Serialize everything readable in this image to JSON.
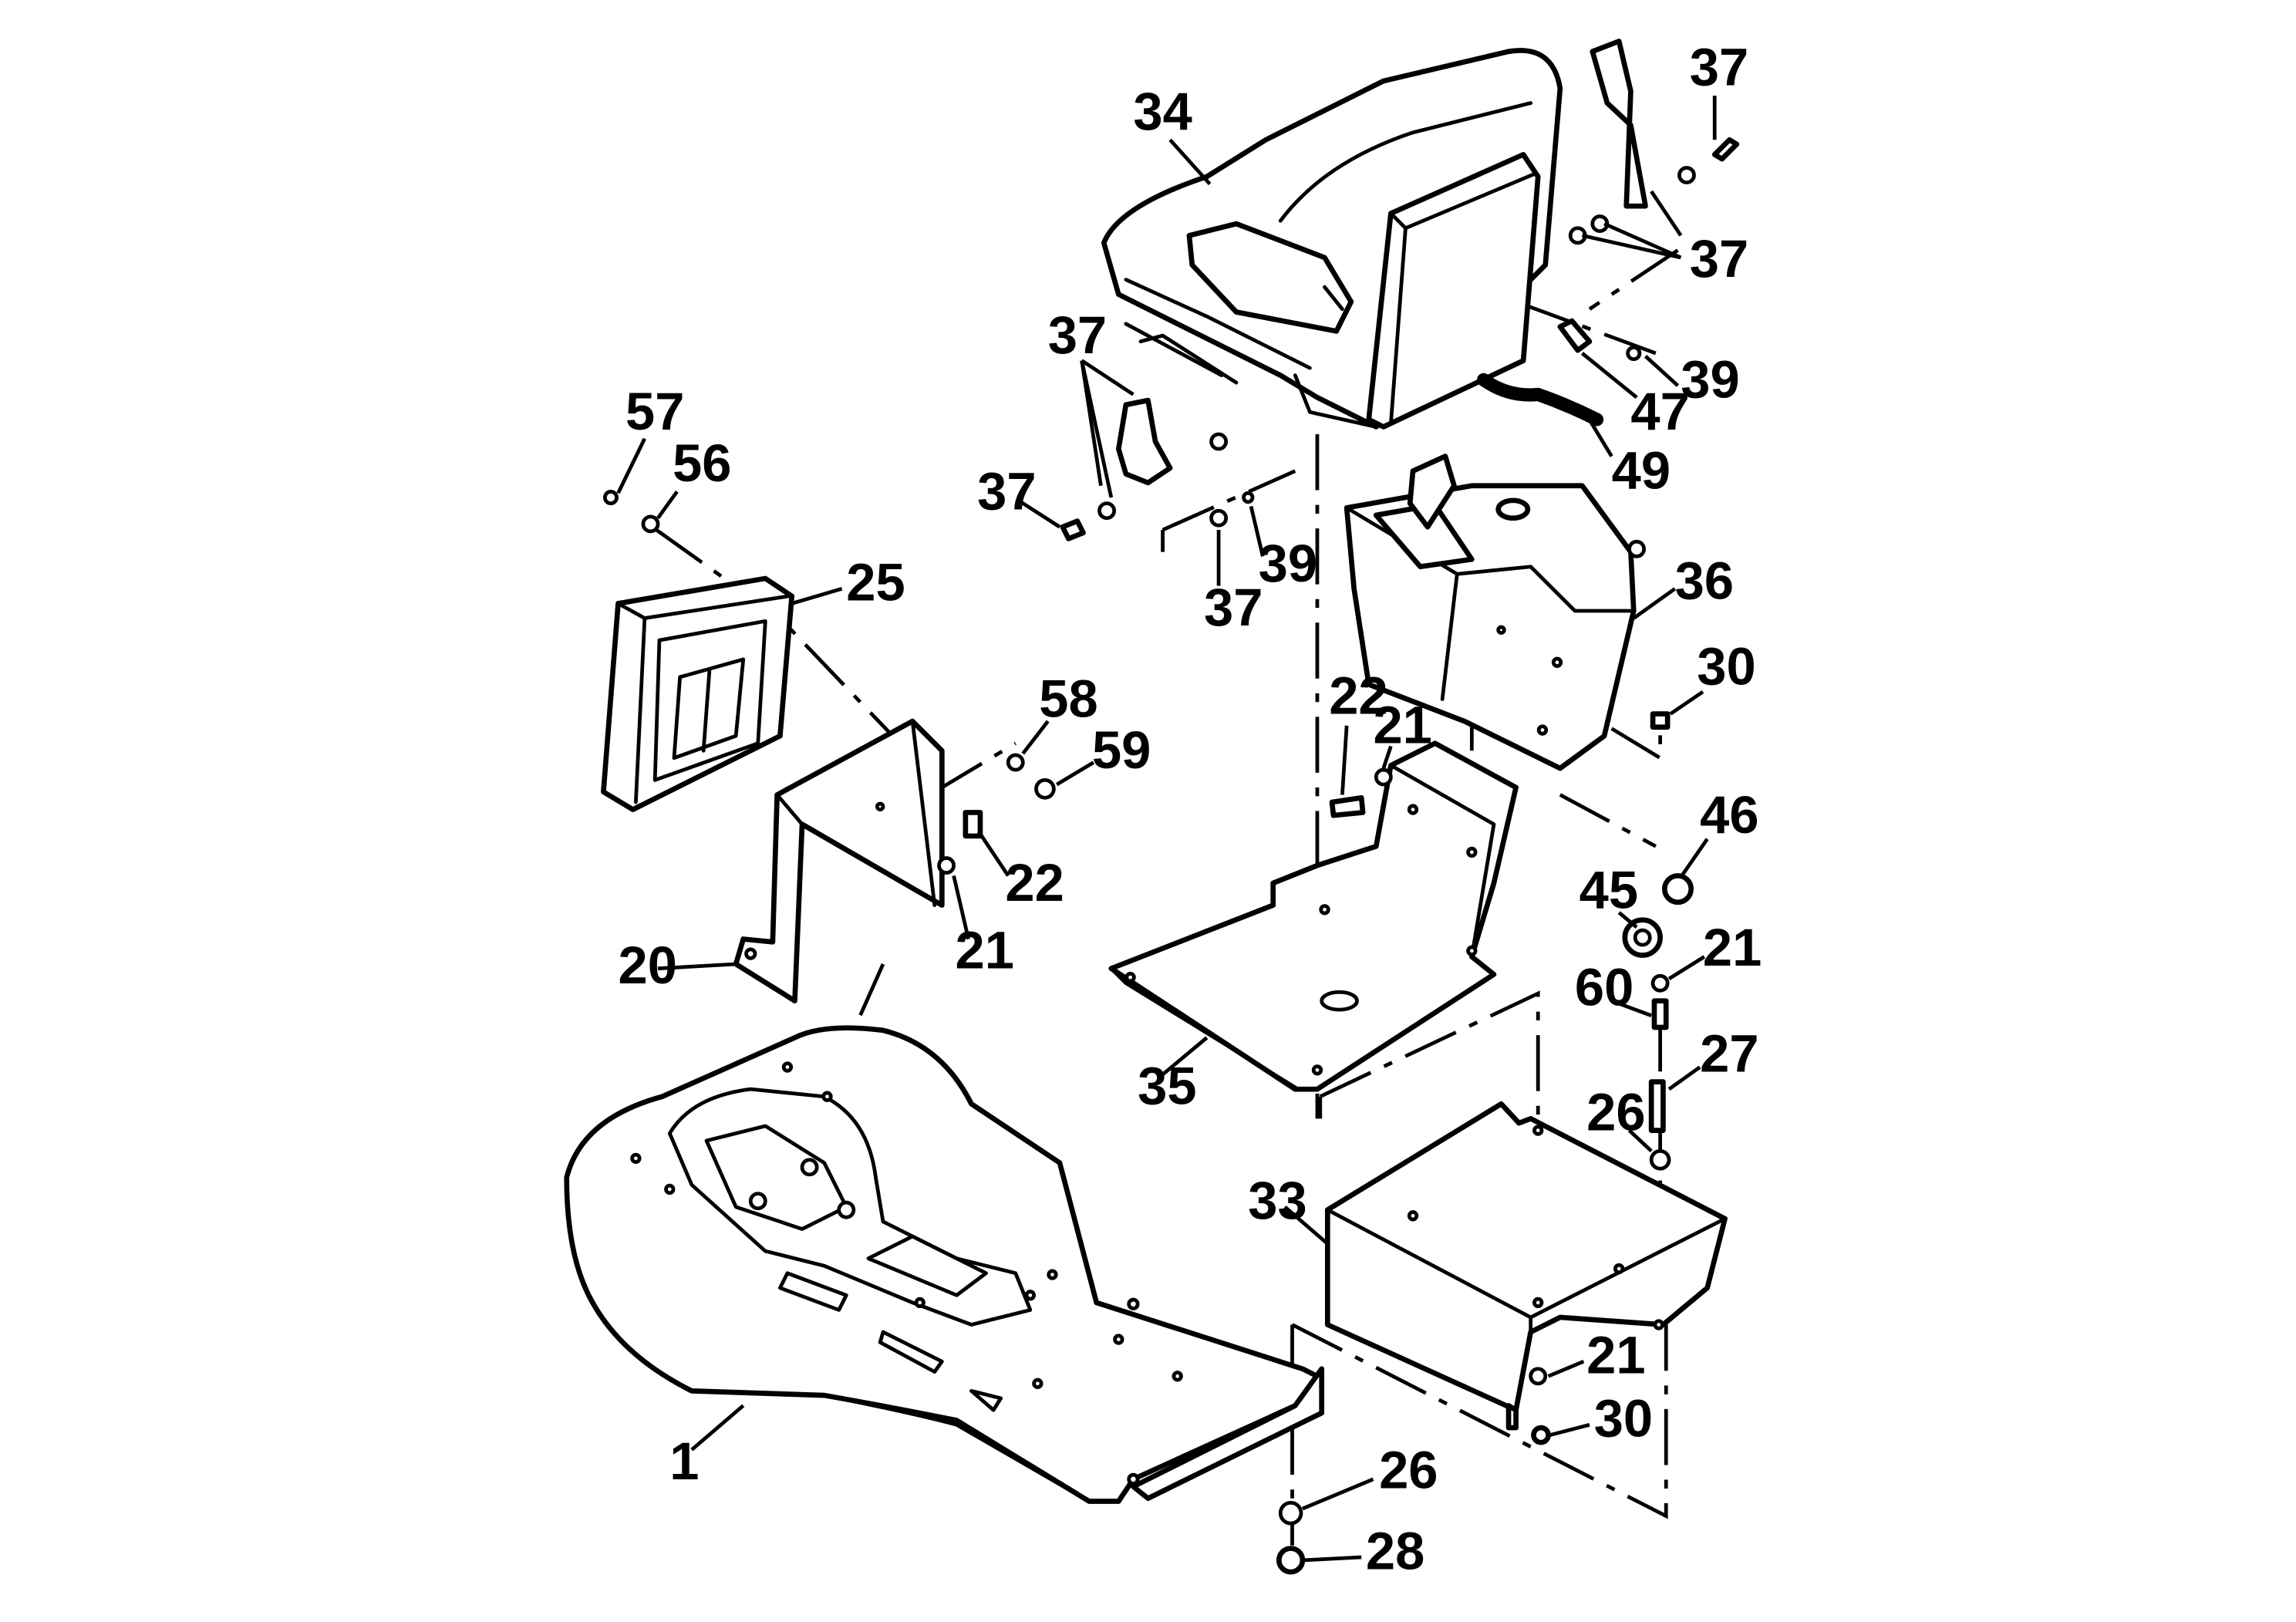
{
  "diagram": {
    "callouts": {
      "c34": "34",
      "c37_top": "37",
      "c37_right": "37",
      "c37_left": "37",
      "c37_bracket": "37",
      "c37_lower": "37",
      "c39_right": "39",
      "c39_left": "39",
      "c47": "47",
      "c49": "49",
      "c57": "57",
      "c56": "56",
      "c25": "25",
      "c36": "36",
      "c30_upper": "30",
      "c22_mid": "22",
      "c21_mid": "21",
      "c58": "58",
      "c59": "59",
      "c22_left": "22",
      "c21_left": "21",
      "c20": "20",
      "c46": "46",
      "c45": "45",
      "c21_right": "21",
      "c60": "60",
      "c35": "35",
      "c27": "27",
      "c26_upper": "26",
      "c33": "33",
      "c21_lower": "21",
      "c30_lower": "30",
      "c1": "1",
      "c26_lower": "26",
      "c28": "28"
    }
  }
}
